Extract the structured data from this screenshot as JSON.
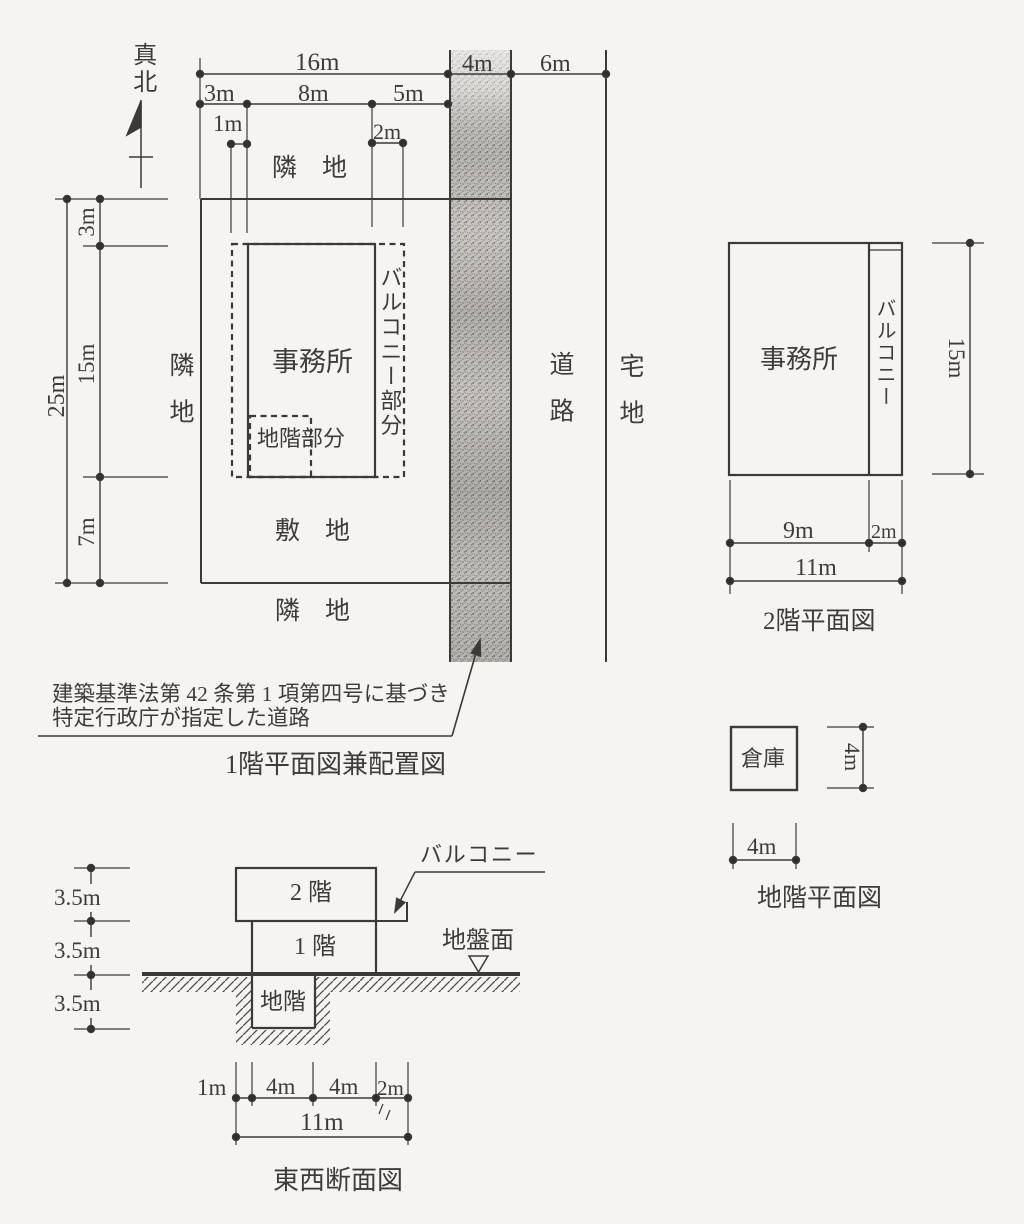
{
  "site_plan": {
    "north_label": "真北",
    "dims": {
      "top_16": "16m",
      "top_4": "4m",
      "top_6": "6m",
      "top_3": "3m",
      "top_8": "8m",
      "top_5": "5m",
      "top_1": "1m",
      "top_2": "2m",
      "left_25": "25m",
      "left_3": "3m",
      "left_15": "15m",
      "left_7": "7m"
    },
    "labels": {
      "neighbor_top": "隣　地",
      "neighbor_left": "隣地",
      "neighbor_bottom": "隣　地",
      "site": "敷　地",
      "office": "事務所",
      "balcony_part": "バルコニー部分",
      "basement_part": "地階部分",
      "road": "道路",
      "residential_lot": "宅地"
    },
    "note": {
      "line1": "建築基準法第 42 条第 1 項第四号に基づき",
      "line2": "特定行政庁が指定した道路"
    },
    "caption": "1階平面図兼配置図"
  },
  "floor2_plan": {
    "labels": {
      "office": "事務所",
      "balcony": "バルコニー"
    },
    "dims": {
      "right_15": "15m",
      "bottom_9": "9m",
      "bottom_2": "2m",
      "bottom_11": "11m"
    },
    "caption": "2階平面図"
  },
  "basement_plan": {
    "labels": {
      "storage": "倉庫"
    },
    "dims": {
      "right_4": "4m",
      "bottom_4": "4m"
    },
    "caption": "地階平面図"
  },
  "section": {
    "labels": {
      "floor2": "2 階",
      "floor1": "1 階",
      "basement": "地階",
      "balcony": "バルコニー",
      "ground_level": "地盤面"
    },
    "dims": {
      "left_35_upper": "3.5m",
      "left_35_middle": "3.5m",
      "left_35_lower": "3.5m",
      "bottom_1": "1m",
      "bottom_4_west": "4m",
      "bottom_4_east": "4m",
      "bottom_2": "2m",
      "bottom_11": "11m"
    },
    "caption": "東西断面図"
  },
  "colors": {
    "paper": "#f5f4f2",
    "line": "#3b3a38",
    "road_base": "#cfccc8"
  }
}
